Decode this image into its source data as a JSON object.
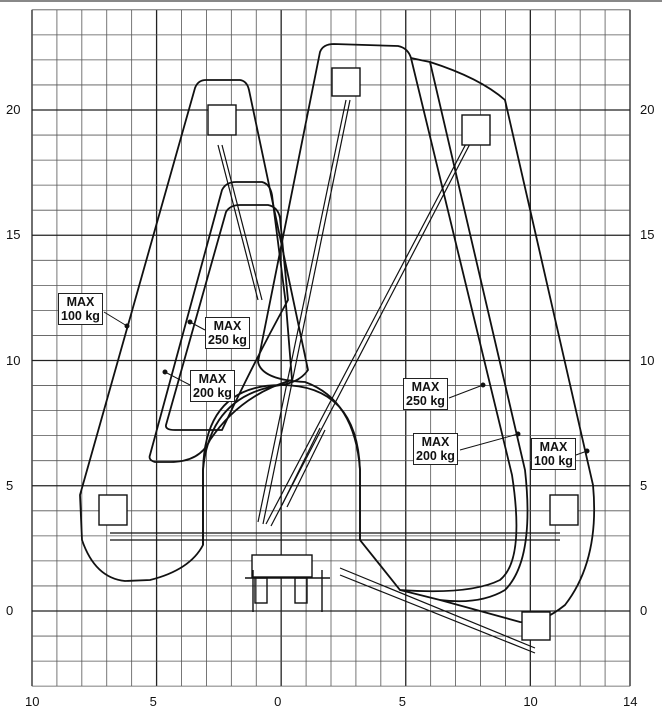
{
  "x_axis": {
    "ticks": [
      {
        "value": -10,
        "label": "10"
      },
      {
        "value": -5,
        "label": "5"
      },
      {
        "value": 0,
        "label": "0"
      },
      {
        "value": 5,
        "label": "5"
      },
      {
        "value": 10,
        "label": "10"
      },
      {
        "value": 14,
        "label": "14"
      }
    ],
    "range": [
      -10,
      14
    ]
  },
  "y_axis": {
    "ticks": [
      {
        "value": 0,
        "label": "0"
      },
      {
        "value": 5,
        "label": "5"
      },
      {
        "value": 10,
        "label": "10"
      },
      {
        "value": 15,
        "label": "15"
      },
      {
        "value": 20,
        "label": "20"
      }
    ],
    "range": [
      -3,
      24
    ]
  },
  "load_labels": [
    {
      "line1": "MAX",
      "line2": "100 kg"
    },
    {
      "line1": "MAX",
      "line2": "250 kg"
    },
    {
      "line1": "MAX",
      "line2": "200 kg"
    },
    {
      "line1": "MAX",
      "line2": "250 kg"
    },
    {
      "line1": "MAX",
      "line2": "200 kg"
    },
    {
      "line1": "MAX",
      "line2": "100 kg"
    }
  ]
}
